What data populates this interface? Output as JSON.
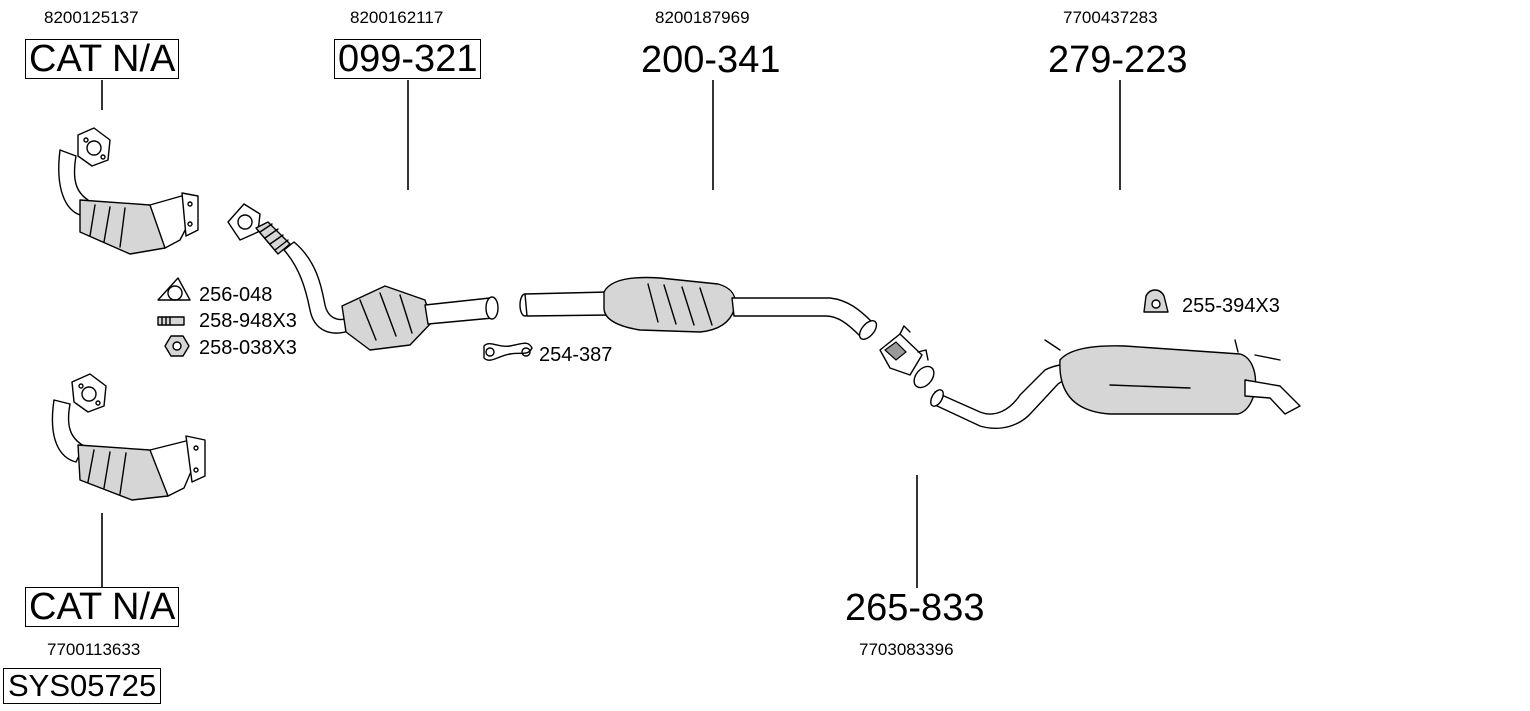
{
  "diagram": {
    "system_number": "SYS05725",
    "parts": [
      {
        "id": "cat-top",
        "oem": "8200125137",
        "part_no": "CAT N/A"
      },
      {
        "id": "front-pipe",
        "oem": "8200162117",
        "part_no": "099-321"
      },
      {
        "id": "catalyst",
        "oem": "8200187969",
        "part_no": "200-341"
      },
      {
        "id": "rear-silencer",
        "oem": "7700437283",
        "part_no": "279-223"
      },
      {
        "id": "cat-bottom",
        "oem": "7700113633",
        "part_no": "CAT N/A"
      },
      {
        "id": "connector",
        "oem": "7703083396",
        "part_no": "265-833"
      }
    ],
    "accessories": [
      {
        "id": "gasket",
        "part_no": "256-048",
        "icon": "gasket-icon"
      },
      {
        "id": "stud",
        "part_no": "258-948X3",
        "icon": "stud-bolt-icon"
      },
      {
        "id": "nut",
        "part_no": "258-038X3",
        "icon": "hex-nut-icon"
      },
      {
        "id": "clamp",
        "part_no": "254-387",
        "icon": "pipe-clamp-icon"
      },
      {
        "id": "mount",
        "part_no": "255-394X3",
        "icon": "rubber-mount-icon"
      }
    ]
  }
}
